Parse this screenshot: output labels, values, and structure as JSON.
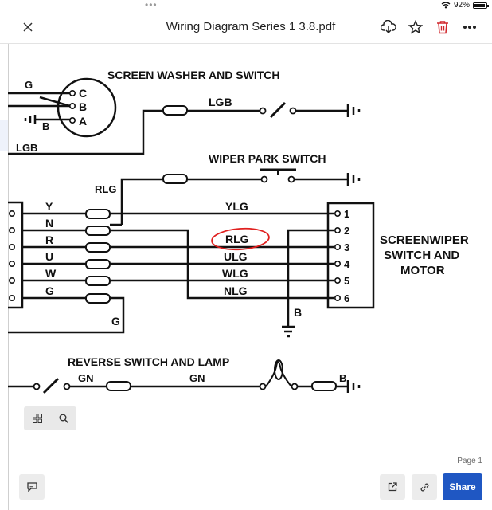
{
  "status": {
    "battery": "92%",
    "battery_level": 0.92
  },
  "header": {
    "title": "Wiring Diagram Series 1 3.8.pdf",
    "icons": [
      "close-icon",
      "cloud-download-icon",
      "star-icon",
      "trash-icon",
      "more-icon"
    ]
  },
  "diagram": {
    "washer_title": "SCREEN WASHER AND SWITCH",
    "park_title": "WIPER PARK SWITCH",
    "reverse_title": "REVERSE SWITCH AND LAMP",
    "motor_title_1": "SCREENWIPER",
    "motor_title_2": "SWITCH AND",
    "motor_title_3": "MOTOR",
    "washer_terminals": [
      "C",
      "B",
      "A"
    ],
    "washer_wires": {
      "g": "G",
      "b": "B",
      "lgb_left": "LGB",
      "lgb_top": "LGB"
    },
    "park_wire": "RLG",
    "left_wires": [
      "Y",
      "N",
      "R",
      "U",
      "W",
      "G"
    ],
    "mid_wires": [
      "YLG",
      "RLG",
      "ULG",
      "WLG",
      "NLG"
    ],
    "motor_terminals": [
      "1",
      "2",
      "3",
      "4",
      "5",
      "6"
    ],
    "ground_label": "B",
    "g_bottom": "G",
    "reverse_wires": {
      "gn_1": "GN",
      "gn_2": "GN",
      "b": "B"
    }
  },
  "toolbar": {
    "icons": [
      "grid-icon",
      "search-icon"
    ]
  },
  "footer": {
    "page_label": "Page 1",
    "share_label": "Share",
    "icons": [
      "comment-icon",
      "open-external-icon",
      "link-icon"
    ]
  },
  "colors": {
    "accent": "#1f57c3",
    "annotation": "#e0201f"
  }
}
